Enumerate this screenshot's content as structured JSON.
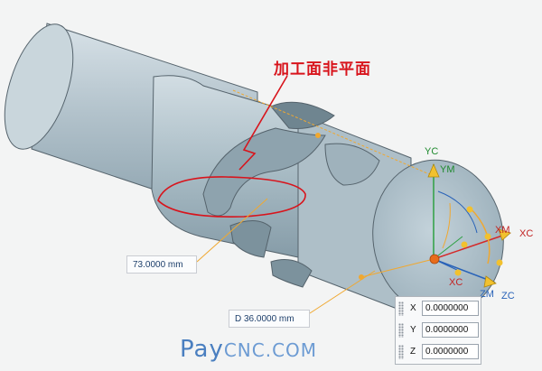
{
  "annotation": {
    "text": "加工面非平面"
  },
  "dimensions": {
    "length": "73.0000 mm",
    "diameter": "D 36.0000 mm"
  },
  "axes": {
    "yc": "YC",
    "ym": "YM",
    "xm": "XM",
    "xc_right": "XC",
    "xc_small": "XC",
    "zm": "ZM",
    "zc": "ZC"
  },
  "coordinates": [
    {
      "axis": "X",
      "value": "0.0000000"
    },
    {
      "axis": "Y",
      "value": "0.0000000"
    },
    {
      "axis": "Z",
      "value": "0.0000000"
    }
  ],
  "watermark": {
    "part1": "Pay",
    "part2": "CNC.COM"
  },
  "colors": {
    "part": "#b3c3cc",
    "annotation": "#d8141c",
    "dimension": "#f0a830",
    "axis_y": "#2ea043",
    "axis_x": "#d42a2a",
    "axis_z": "#2862b8"
  }
}
